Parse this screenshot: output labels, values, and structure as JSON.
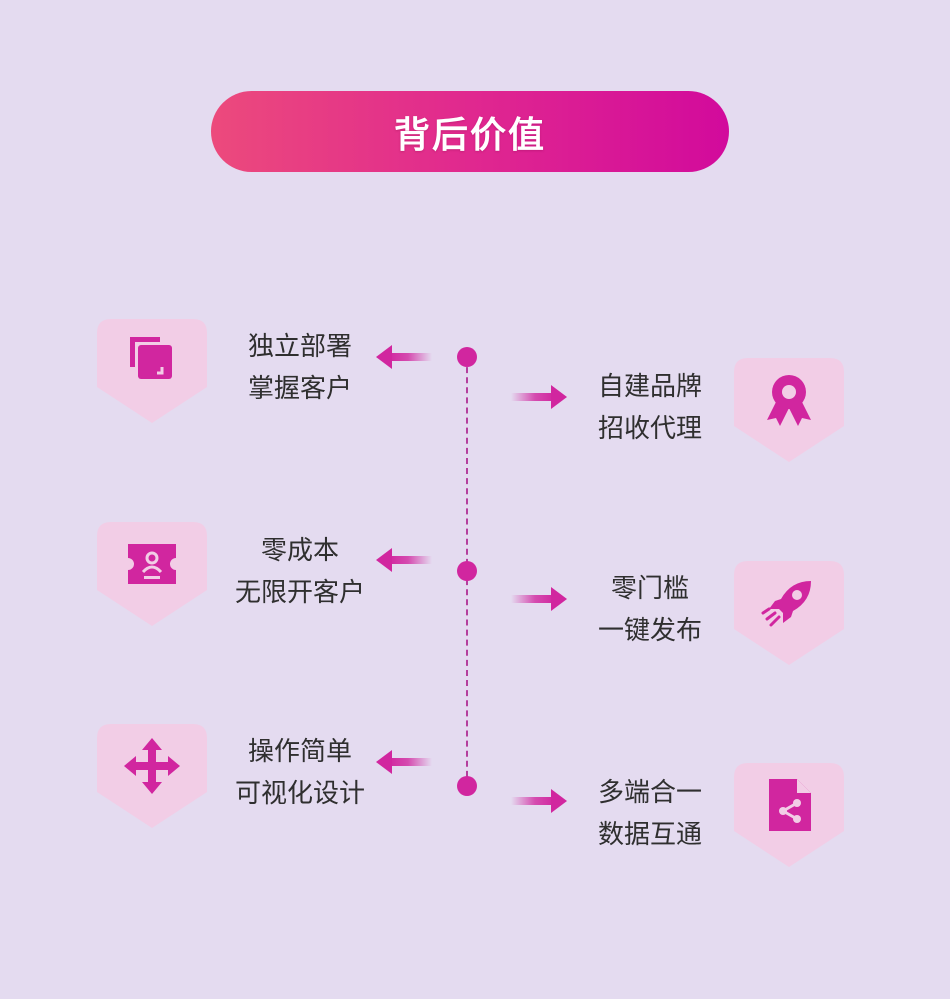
{
  "header": {
    "title": "背后价值"
  },
  "colors": {
    "accent": "#d1269f",
    "background": "#e4dbf0",
    "badge": "#f2cde6"
  },
  "left_items": [
    {
      "line1": "独立部署",
      "line2": "掌握客户",
      "icon": "copy-icon"
    },
    {
      "line1": "零成本",
      "line2": "无限开客户",
      "icon": "user-ticket-icon"
    },
    {
      "line1": "操作简单",
      "line2": "可视化设计",
      "icon": "move-arrows-icon"
    }
  ],
  "right_items": [
    {
      "line1": "自建品牌",
      "line2": "招收代理",
      "icon": "award-ribbon-icon"
    },
    {
      "line1": "零门槛",
      "line2": "一键发布",
      "icon": "rocket-icon"
    },
    {
      "line1": "多端合一",
      "line2": "数据互通",
      "icon": "share-file-icon"
    }
  ]
}
